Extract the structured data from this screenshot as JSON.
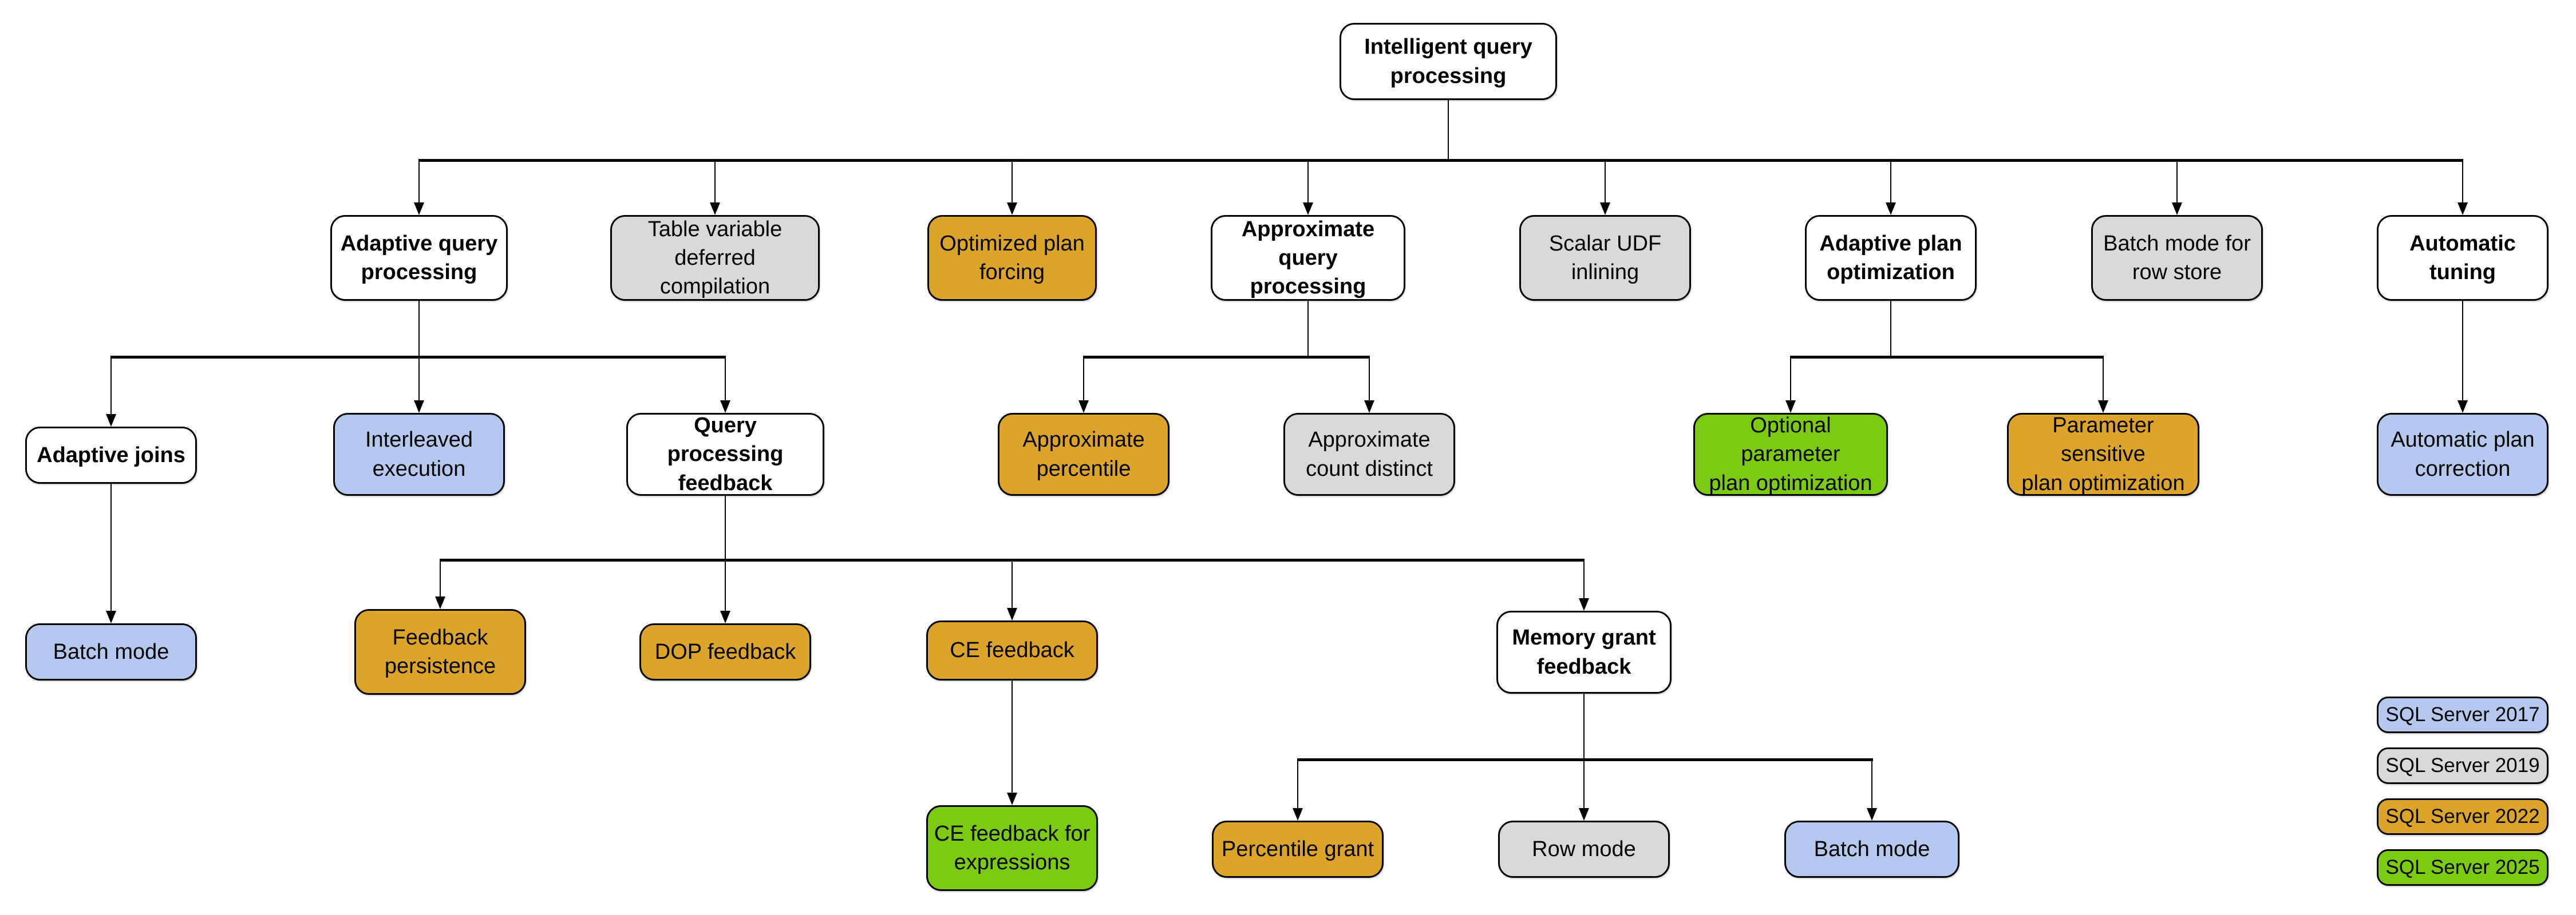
{
  "diagram_title": "Intelligent query processing feature family tree",
  "colors": {
    "sql_server_2017": "#B5C8F0",
    "sql_server_2019": "#D9D9D9",
    "sql_server_2022": "#DDA42A",
    "sql_server_2025": "#7CCB13",
    "parent_node": "#FFFFFF",
    "border": "#000000"
  },
  "nodes": [
    {
      "id": "intelligent-query-processing",
      "label": "Intelligent query\nprocessing",
      "version": "parent"
    },
    {
      "id": "adaptive-query-processing",
      "label": "Adaptive query\nprocessing",
      "version": "parent"
    },
    {
      "id": "table-variable-deferred-compilation",
      "label": "Table variable\ndeferred compilation",
      "version": "2019"
    },
    {
      "id": "optimized-plan-forcing",
      "label": "Optimized plan\nforcing",
      "version": "2022"
    },
    {
      "id": "approximate-query-processing",
      "label": "Approximate\nquery processing",
      "version": "parent"
    },
    {
      "id": "scalar-udf-inlining",
      "label": "Scalar UDF\ninlining",
      "version": "2019"
    },
    {
      "id": "adaptive-plan-optimization",
      "label": "Adaptive plan\noptimization",
      "version": "parent"
    },
    {
      "id": "batch-mode-for-row-store",
      "label": "Batch mode for\nrow store",
      "version": "2019"
    },
    {
      "id": "automatic-tuning",
      "label": "Automatic\ntuning",
      "version": "parent"
    },
    {
      "id": "adaptive-joins",
      "label": "Adaptive joins",
      "version": "parent"
    },
    {
      "id": "interleaved-execution",
      "label": "Interleaved\nexecution",
      "version": "2017"
    },
    {
      "id": "query-processing-feedback",
      "label": "Query processing\nfeedback",
      "version": "parent"
    },
    {
      "id": "approximate-percentile",
      "label": "Approximate\npercentile",
      "version": "2022"
    },
    {
      "id": "approximate-count-distinct",
      "label": "Approximate\ncount distinct",
      "version": "2019"
    },
    {
      "id": "optional-parameter-plan-optimization",
      "label": "Optional parameter\nplan optimization",
      "version": "2025"
    },
    {
      "id": "parameter-sensitive-plan-optimization",
      "label": "Parameter sensitive\nplan optimization",
      "version": "2022"
    },
    {
      "id": "automatic-plan-correction",
      "label": "Automatic plan\ncorrection",
      "version": "2017"
    },
    {
      "id": "batch-mode-adaptive-joins",
      "label": "Batch mode",
      "version": "2017"
    },
    {
      "id": "feedback-persistence",
      "label": "Feedback\npersistence",
      "version": "2022"
    },
    {
      "id": "dop-feedback",
      "label": "DOP feedback",
      "version": "2022"
    },
    {
      "id": "ce-feedback",
      "label": "CE feedback",
      "version": "2022"
    },
    {
      "id": "memory-grant-feedback",
      "label": "Memory grant\nfeedback",
      "version": "parent"
    },
    {
      "id": "ce-feedback-for-expressions",
      "label": "CE feedback for\nexpressions",
      "version": "2025"
    },
    {
      "id": "percentile-grant",
      "label": "Percentile grant",
      "version": "2022"
    },
    {
      "id": "row-mode",
      "label": "Row mode",
      "version": "2019"
    },
    {
      "id": "batch-mode-memory-grant",
      "label": "Batch mode",
      "version": "2017"
    }
  ],
  "edges": [
    [
      "intelligent-query-processing",
      "adaptive-query-processing"
    ],
    [
      "intelligent-query-processing",
      "table-variable-deferred-compilation"
    ],
    [
      "intelligent-query-processing",
      "optimized-plan-forcing"
    ],
    [
      "intelligent-query-processing",
      "approximate-query-processing"
    ],
    [
      "intelligent-query-processing",
      "scalar-udf-inlining"
    ],
    [
      "intelligent-query-processing",
      "adaptive-plan-optimization"
    ],
    [
      "intelligent-query-processing",
      "batch-mode-for-row-store"
    ],
    [
      "intelligent-query-processing",
      "automatic-tuning"
    ],
    [
      "adaptive-query-processing",
      "adaptive-joins"
    ],
    [
      "adaptive-query-processing",
      "interleaved-execution"
    ],
    [
      "adaptive-query-processing",
      "query-processing-feedback"
    ],
    [
      "approximate-query-processing",
      "approximate-percentile"
    ],
    [
      "approximate-query-processing",
      "approximate-count-distinct"
    ],
    [
      "adaptive-plan-optimization",
      "optional-parameter-plan-optimization"
    ],
    [
      "adaptive-plan-optimization",
      "parameter-sensitive-plan-optimization"
    ],
    [
      "automatic-tuning",
      "automatic-plan-correction"
    ],
    [
      "adaptive-joins",
      "batch-mode-adaptive-joins"
    ],
    [
      "query-processing-feedback",
      "feedback-persistence"
    ],
    [
      "query-processing-feedback",
      "dop-feedback"
    ],
    [
      "query-processing-feedback",
      "ce-feedback"
    ],
    [
      "query-processing-feedback",
      "memory-grant-feedback"
    ],
    [
      "ce-feedback",
      "ce-feedback-for-expressions"
    ],
    [
      "memory-grant-feedback",
      "percentile-grant"
    ],
    [
      "memory-grant-feedback",
      "row-mode"
    ],
    [
      "memory-grant-feedback",
      "batch-mode-memory-grant"
    ]
  ],
  "legend": {
    "items": [
      {
        "label": "SQL Server 2017",
        "color": "#B5C8F0"
      },
      {
        "label": "SQL Server 2019",
        "color": "#D9D9D9"
      },
      {
        "label": "SQL Server 2022",
        "color": "#DDA42A"
      },
      {
        "label": "SQL Server 2025",
        "color": "#7CCB13"
      }
    ]
  }
}
